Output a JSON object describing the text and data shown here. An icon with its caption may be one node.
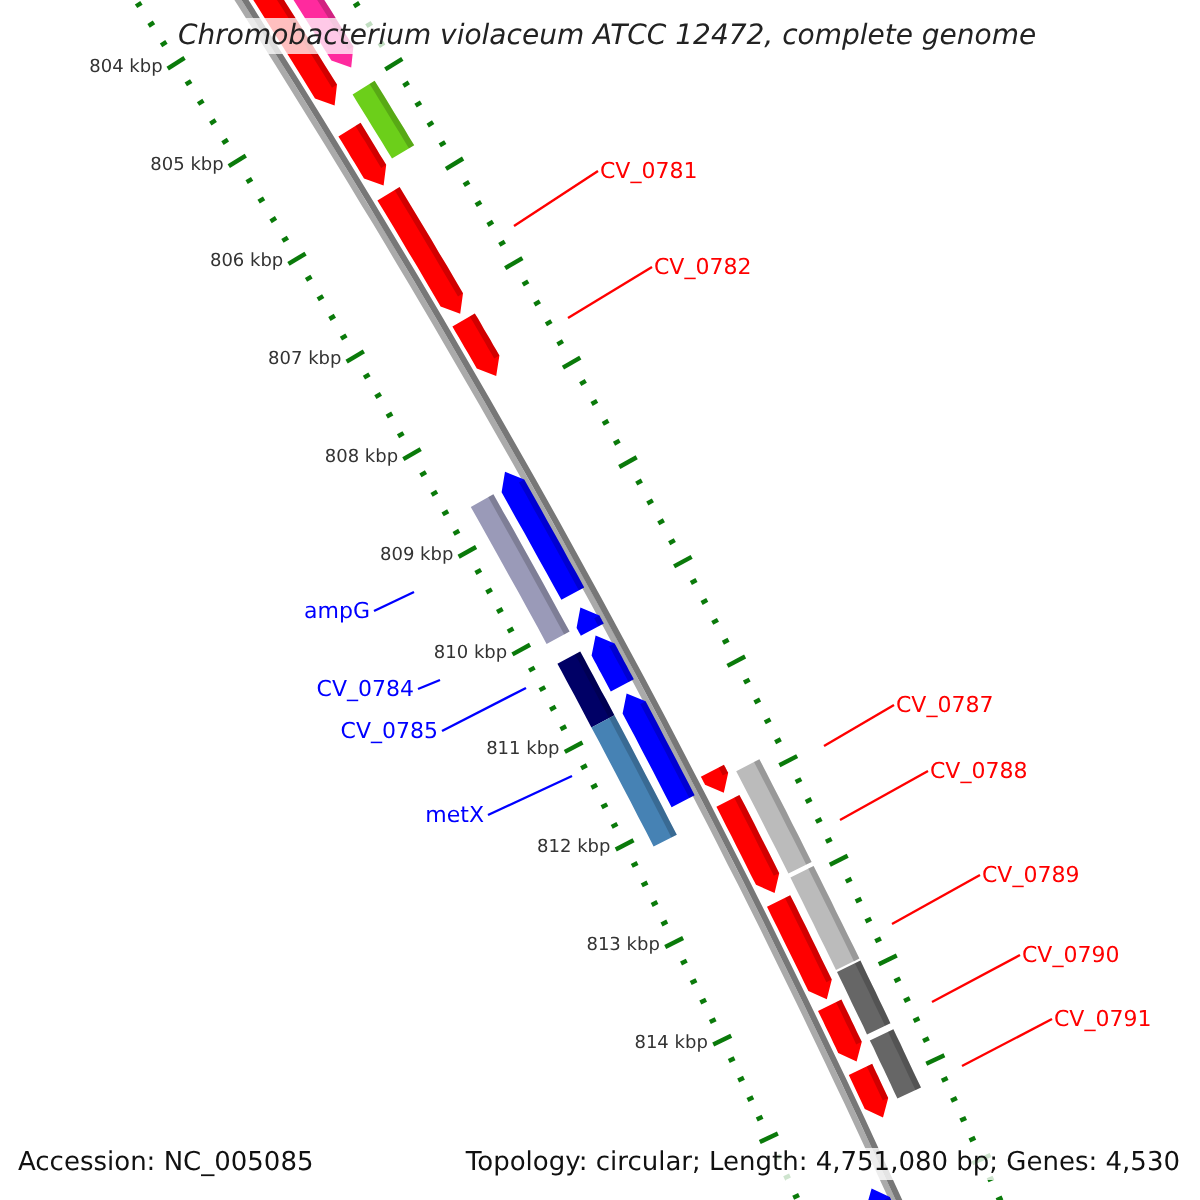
{
  "diagram": {
    "title": "Chromobacterium violaceum ATCC 12472, complete genome",
    "nodes": [
      {
        "text": [
          "CV_0781"
        ]
      },
      {
        "text": [
          "CV_0782"
        ]
      },
      {
        "text": [
          "ampG"
        ]
      },
      {
        "text": [
          "CV_0784"
        ]
      },
      {
        "text": [
          "CV_0785"
        ]
      },
      {
        "text": [
          "metX"
        ]
      },
      {
        "text": [
          "CV_0787"
        ]
      },
      {
        "text": [
          "CV_0788"
        ]
      },
      {
        "text": [
          "CV_0789"
        ]
      },
      {
        "text": [
          "CV_0790"
        ]
      },
      {
        "text": [
          "CV_0791"
        ]
      }
    ],
    "edges": [
      {
        "from": 0,
        "to": null,
        "arrow": "none"
      },
      {
        "from": 1,
        "to": null,
        "arrow": "none"
      },
      {
        "from": 2,
        "to": null,
        "arrow": "none",
        "color": "#0000ff"
      },
      {
        "from": 3,
        "to": null,
        "arrow": "none",
        "color": "#0000ff"
      },
      {
        "from": 4,
        "to": null,
        "arrow": "none",
        "color": "#0000ff"
      },
      {
        "from": 5,
        "to": null,
        "arrow": "none",
        "color": "#0000ff"
      },
      {
        "from": 6,
        "to": null,
        "arrow": "none"
      },
      {
        "from": 7,
        "to": null,
        "arrow": "none"
      },
      {
        "from": 8,
        "to": null,
        "arrow": "none"
      },
      {
        "from": 9,
        "to": null,
        "arrow": "none"
      },
      {
        "from": 10,
        "to": null,
        "arrow": "none"
      }
    ],
    "labels": [
      "804 kbp",
      "805 kbp",
      "806 kbp",
      "807 kbp",
      "808 kbp",
      "809 kbp",
      "810 kbp",
      "811 kbp",
      "812 kbp",
      "813 kbp",
      "814 kbp",
      "Accession: NC_005085",
      "Topology: circular; Length: 4,751,080 bp; Genes: 4,530"
    ]
  }
}
